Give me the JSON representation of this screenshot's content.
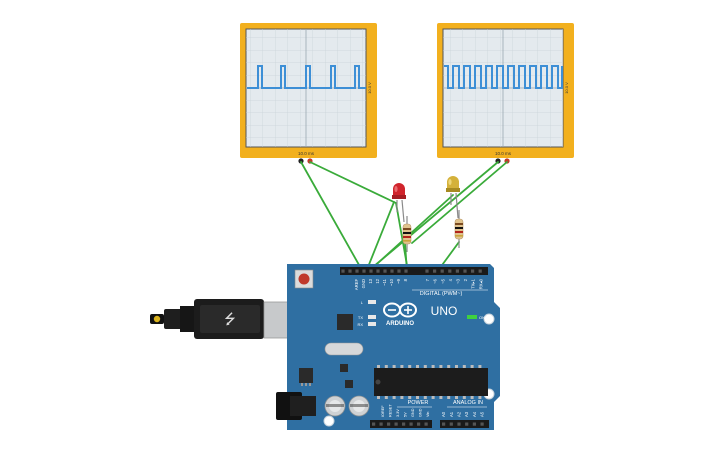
{
  "oscilloscopes": [
    {
      "time_label": "10.0 ms",
      "volt_label": "10.0 V",
      "signal": "slow-square"
    },
    {
      "time_label": "10.0 ms",
      "volt_label": "10.0 V",
      "signal": "fast-square"
    }
  ],
  "leds": [
    {
      "color_name": "red",
      "color": "#d0242c"
    },
    {
      "color_name": "yellow",
      "color": "#d4b13a"
    }
  ],
  "board": {
    "model": "UNO",
    "brand": "ARDUINO",
    "digital_label": "DIGITAL (PWM~)",
    "power_label": "POWER",
    "analog_label": "ANALOG IN",
    "on_label": "ON",
    "l_label": "L",
    "tx_label": "TX",
    "rx_label": "RX",
    "digital_pins": [
      "AREF",
      "GND",
      "13",
      "12",
      "~11",
      "~10",
      "~9",
      "8",
      "7",
      "~6",
      "~5",
      "4",
      "~3",
      "2",
      "TX▸1",
      "RX◂0"
    ],
    "power_pins": [
      "IOREF",
      "RESET",
      "3.3V",
      "5V",
      "GND",
      "GND",
      "Vin"
    ],
    "analog_pins": [
      "A0",
      "A1",
      "A2",
      "A3",
      "A4",
      "A5"
    ]
  },
  "colors": {
    "scope_frame": "#f2b01e",
    "scope_screen": "#e4eaee",
    "trace": "#3d8fd6",
    "wire": "#3aab3a",
    "board": "#2f6fa2"
  }
}
